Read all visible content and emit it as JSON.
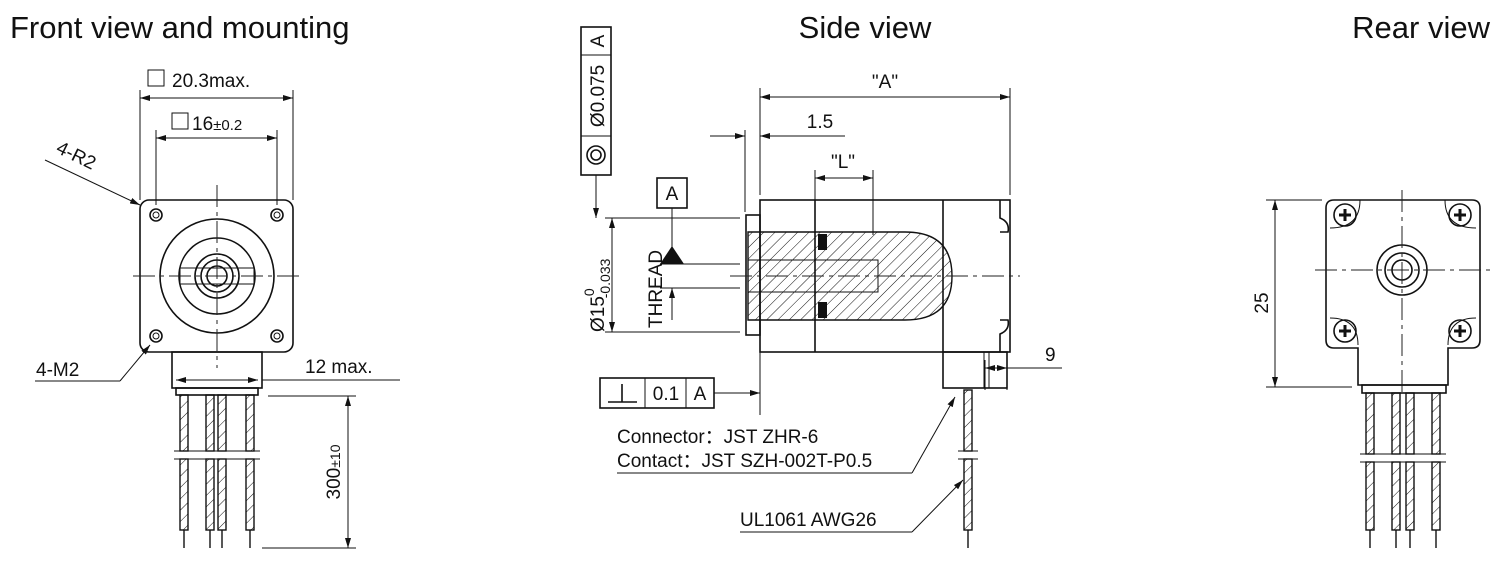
{
  "titles": {
    "front": "Front view and mounting",
    "side": "Side view",
    "rear": "Rear view"
  },
  "front": {
    "dim_outer": "20.3max.",
    "dim_inner": "16",
    "dim_inner_tol": "±0.2",
    "corner_radius": "4-R2",
    "mount_holes": "4-M2",
    "connector_width": "12 max.",
    "lead_length": "300",
    "lead_length_tol": "±10"
  },
  "side": {
    "dim_A": "\"A\"",
    "dim_offset": "1.5",
    "dim_L": "\"L\"",
    "diameter": "Ø15",
    "diameter_tol_upper": "0",
    "diameter_tol_lower": "-0.033",
    "thread": "THREAD",
    "datum": "A",
    "concentricity": {
      "symbol": "◎",
      "value": "Ø0.075",
      "datum": "A"
    },
    "perpendicularity": {
      "symbol": "⊥",
      "value": "0.1",
      "datum": "A"
    },
    "dim_connector": "9",
    "connector": "Connector：JST ZHR-6",
    "contact": "Contact：JST SZH-002T-P0.5",
    "wire": "UL1061  AWG26"
  },
  "rear": {
    "dim_height": "25"
  },
  "colors": {
    "line": "#111111",
    "background": "#ffffff"
  }
}
